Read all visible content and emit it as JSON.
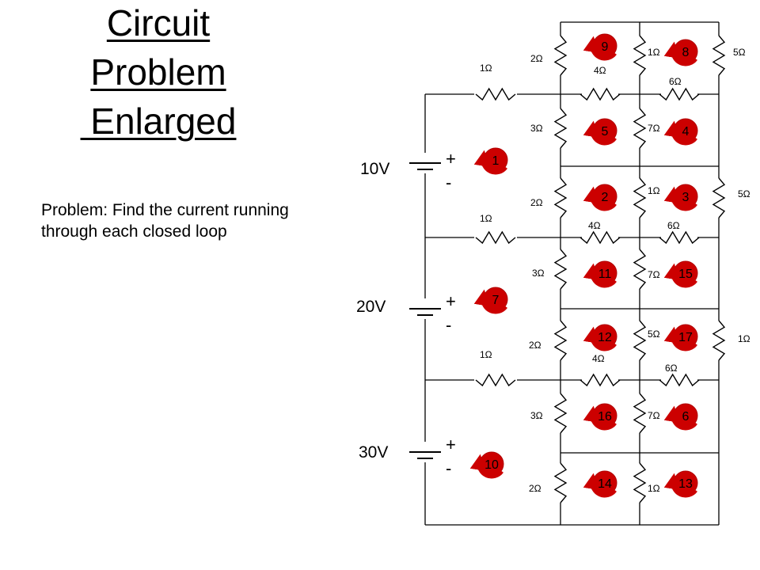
{
  "title": {
    "lines": [
      "Circuit",
      "Problem",
      " Enlarged"
    ]
  },
  "problem_text": "Problem: Find the current running through each closed loop",
  "colors": {
    "loop_fill": "#cc0000",
    "wire": "#000000"
  },
  "sources": [
    {
      "voltage": "10V",
      "plus": "+",
      "minus": "-"
    },
    {
      "voltage": "20V",
      "plus": "+",
      "minus": "-"
    },
    {
      "voltage": "30V",
      "plus": "+",
      "minus": "-"
    }
  ],
  "loops": [
    "9",
    "8",
    "5",
    "4",
    "1",
    "2",
    "3",
    "11",
    "15",
    "7",
    "12",
    "17",
    "16",
    "6",
    "10",
    "14",
    "13"
  ],
  "resistors": [
    "1Ω",
    "2Ω",
    "1Ω",
    "5Ω",
    "4Ω",
    "6Ω",
    "3Ω",
    "7Ω",
    "2Ω",
    "1Ω",
    "5Ω",
    "1Ω",
    "4Ω",
    "6Ω",
    "3Ω",
    "7Ω",
    "2Ω",
    "1Ω",
    "5Ω",
    "1Ω",
    "4Ω",
    "6Ω",
    "3Ω",
    "7Ω",
    "2Ω",
    "1Ω"
  ]
}
